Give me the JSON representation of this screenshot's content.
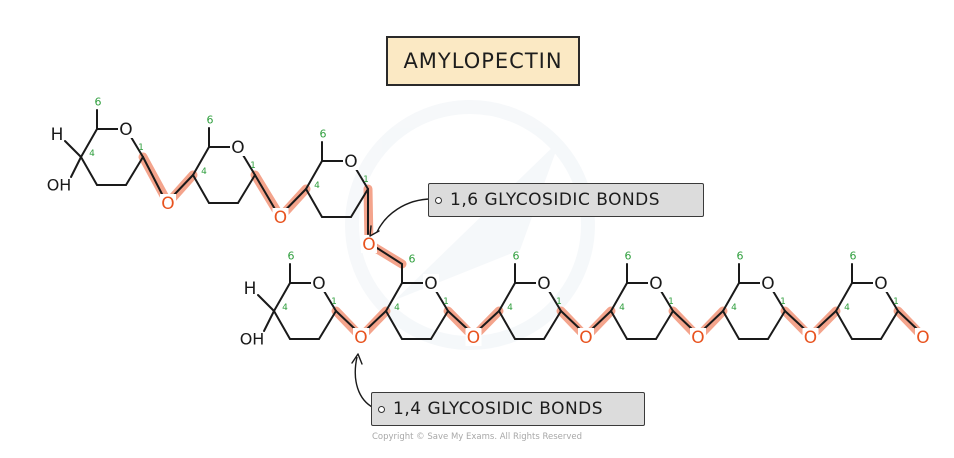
{
  "title": "AMYLOPECTIN",
  "labels": {
    "bond_16": "1,6 GLYCOSIDIC  BONDS",
    "bond_14": "1,4 GLYCOSIDIC  BONDS",
    "copyright": "Copyright © Save My Exams. All Rights Reserved"
  },
  "atoms": {
    "oxygen": "O",
    "hydrogen": "H",
    "hydroxyl": "OH",
    "carbon_6": "6",
    "carbon_4": "4",
    "carbon_1": "1"
  },
  "colors": {
    "bond_highlight": "#f4a48c",
    "oxygen_text": "#e8531f",
    "carbon_number": "#2e9e3c",
    "title_fill": "#fbe9c4",
    "tag_fill": "#dcdcdc"
  }
}
